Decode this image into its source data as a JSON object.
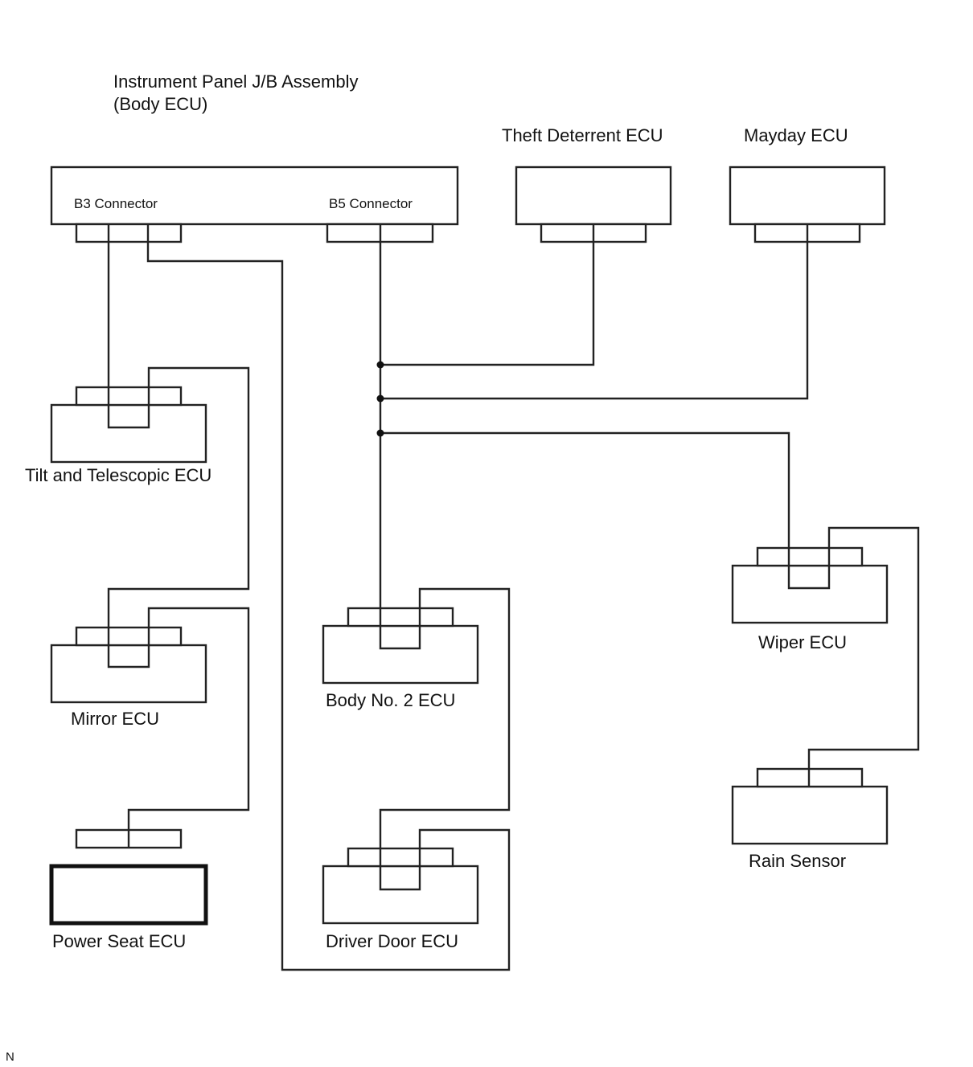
{
  "labels": {
    "jb_title_line1": "Instrument Panel J/B Assembly",
    "jb_title_line2": "(Body ECU)",
    "b3_connector": "B3 Connector",
    "b5_connector": "B5 Connector",
    "theft_deterrent": "Theft Deterrent ECU",
    "mayday": "Mayday ECU",
    "tilt_telescopic": "Tilt and Telescopic ECU",
    "mirror": "Mirror ECU",
    "power_seat": "Power Seat ECU",
    "body_no2": "Body No. 2 ECU",
    "driver_door": "Driver Door ECU",
    "wiper": "Wiper ECU",
    "rain_sensor": "Rain Sensor",
    "footer_code": "N"
  }
}
